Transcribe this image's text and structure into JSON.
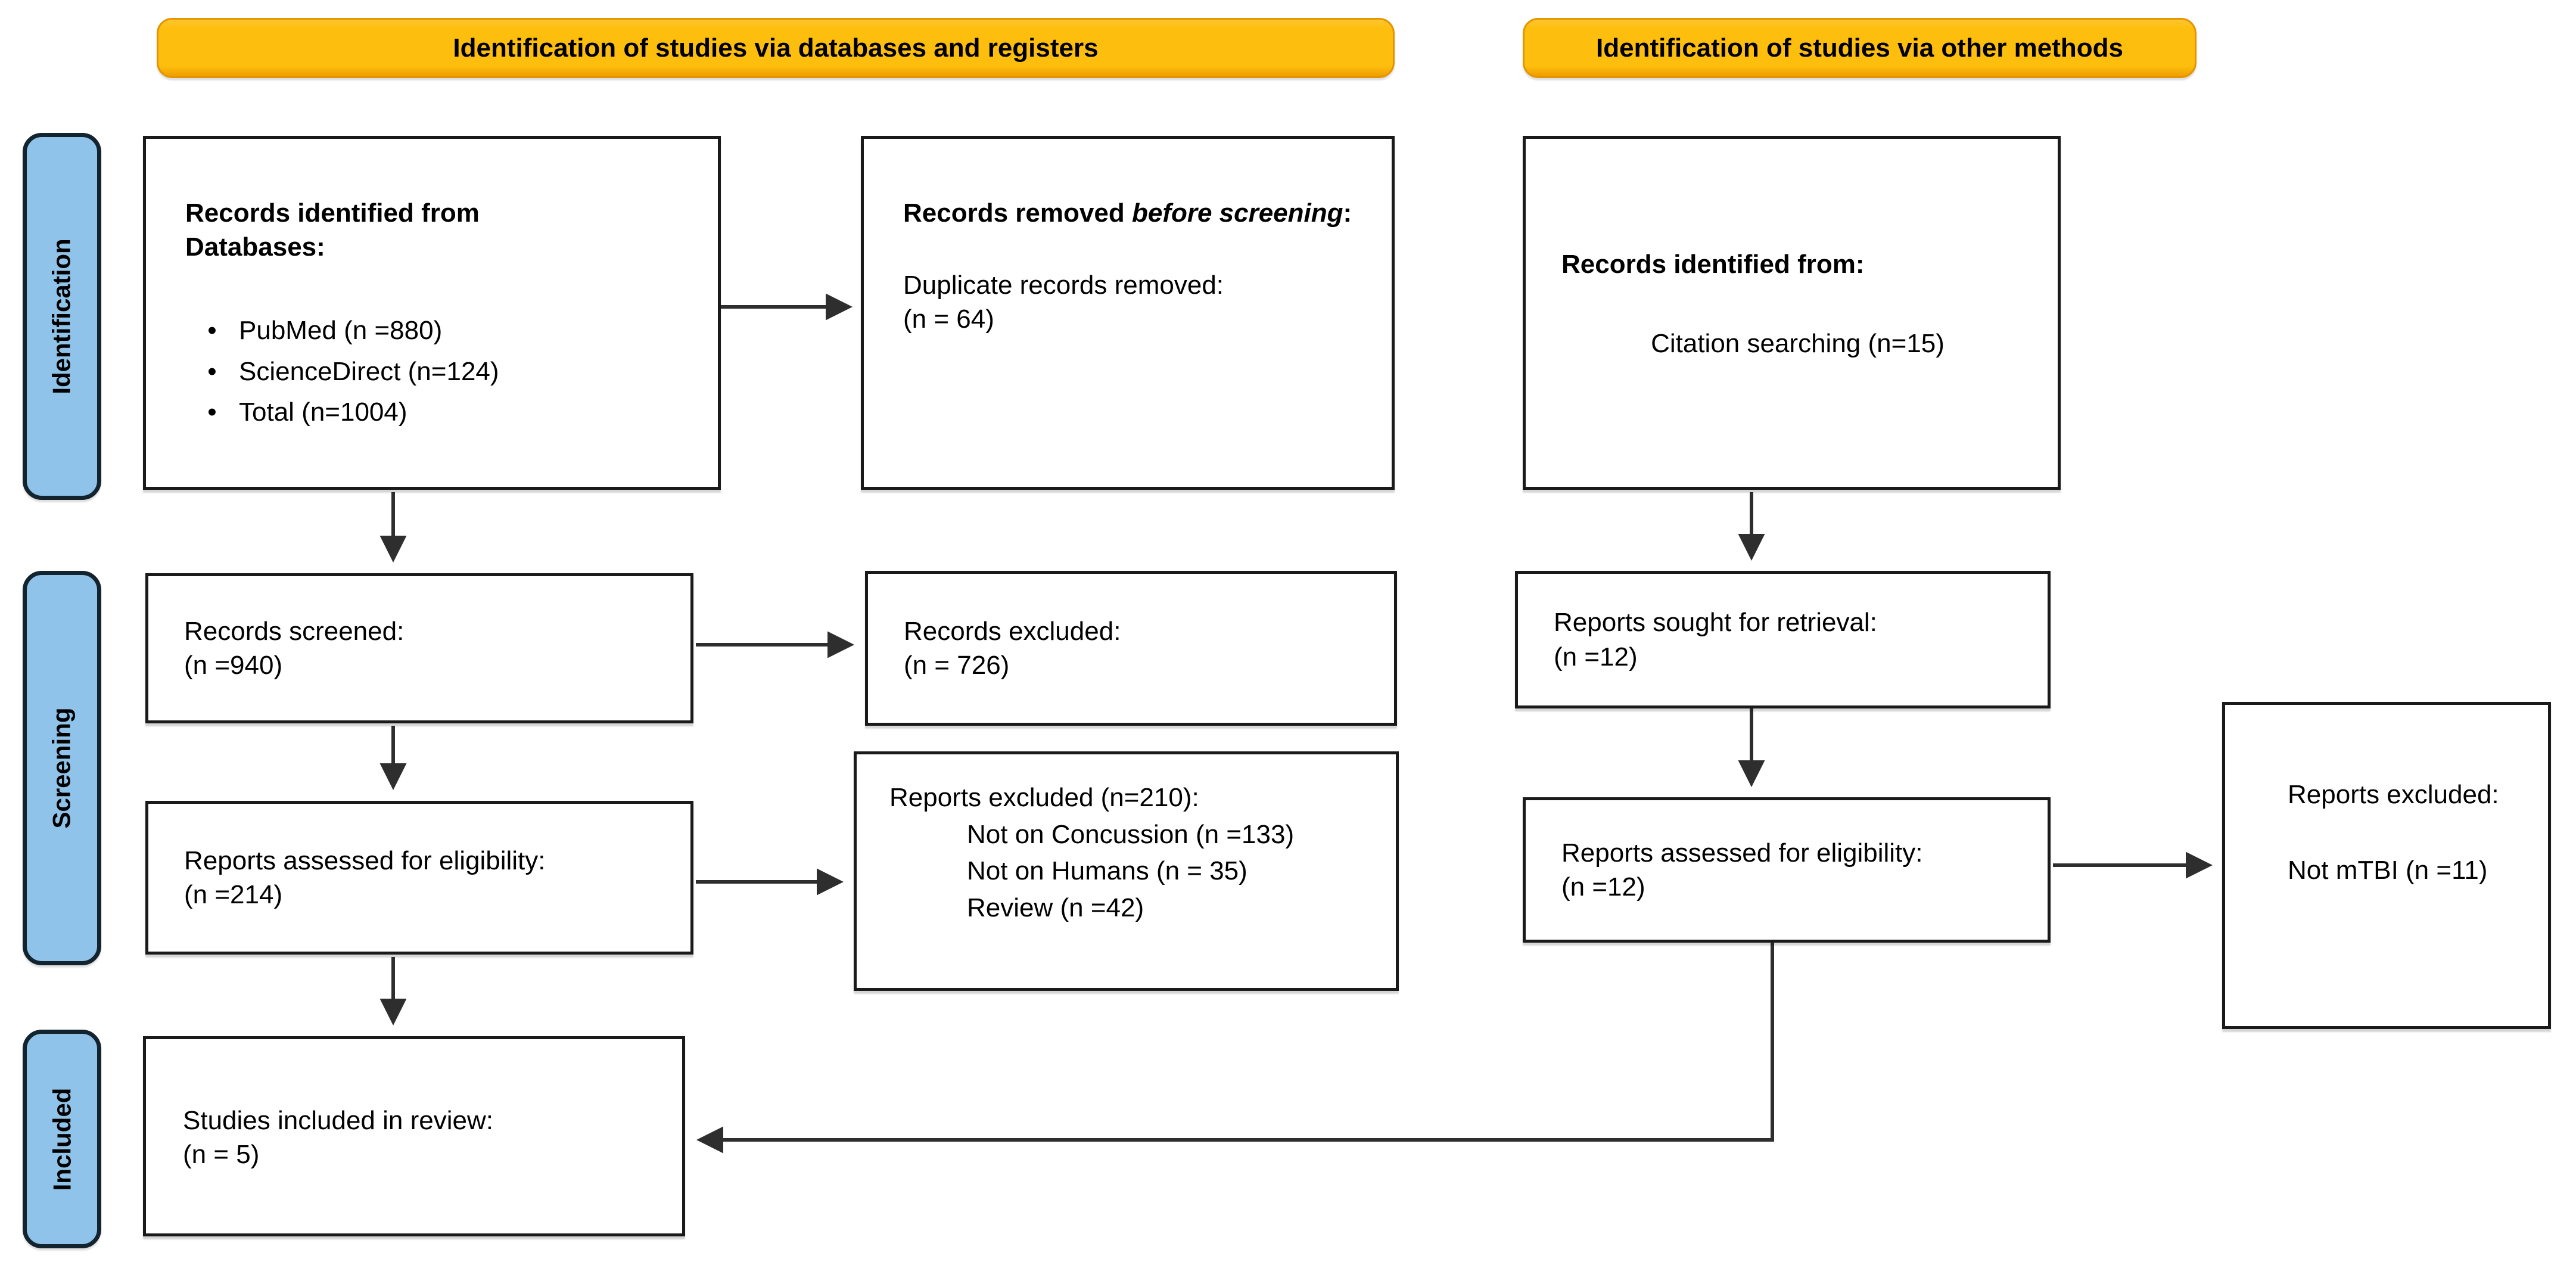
{
  "banners": {
    "databases": "Identification of studies via databases and registers",
    "other_methods": "Identification of studies via other methods"
  },
  "stages": {
    "identification": "Identification",
    "screening": "Screening",
    "included": "Included"
  },
  "glyphs": {
    "bullet": "•"
  },
  "boxes": {
    "records_identified_databases": {
      "title_line1": "Records identified from",
      "title_line2": "Databases:",
      "bullets": [
        "PubMed (n =880)",
        "ScienceDirect (n=124)",
        "Total (n=1004)"
      ]
    },
    "records_removed": {
      "title_prefix": "Records removed ",
      "title_italic": "before screening",
      "title_suffix": ":",
      "body_line1": "Duplicate records removed:",
      "body_line2": "(n = 64)"
    },
    "records_identified_other": {
      "title": "Records identified from:",
      "body": "Citation searching (n=15)"
    },
    "records_screened": {
      "line1": "Records screened:",
      "line2": "(n =940)"
    },
    "records_excluded": {
      "line1": "Records excluded:",
      "line2": "(n = 726)"
    },
    "reports_sought": {
      "line1": "Reports sought for retrieval:",
      "line2": "(n =12)"
    },
    "reports_assessed": {
      "line1": "Reports assessed for eligibility:",
      "line2": "(n =214)"
    },
    "reports_excluded": {
      "title": "Reports excluded (n=210):",
      "items": [
        "Not on Concussion (n =133)",
        "Not on Humans (n = 35)",
        "Review (n =42)"
      ]
    },
    "reports_assessed_other": {
      "line1": "Reports assessed for eligibility:",
      "line2": "(n =12)"
    },
    "reports_excluded_other": {
      "line1": "Reports excluded:",
      "line2": "Not mTBI (n =11)"
    },
    "studies_included": {
      "line1": "Studies included in review:",
      "line2": "(n = 5)"
    }
  },
  "colors": {
    "banner_fill": "#FDBE0D",
    "banner_fill_top": "#FFC62E",
    "banner_fill_bottom": "#EF9D00",
    "banner_border": "#E39400",
    "stage_fill": "#8FC3E9",
    "stage_border": "#13242F",
    "box_border": "#1A1A1A",
    "arrow": "#2E2E2E",
    "text": "#000000"
  }
}
